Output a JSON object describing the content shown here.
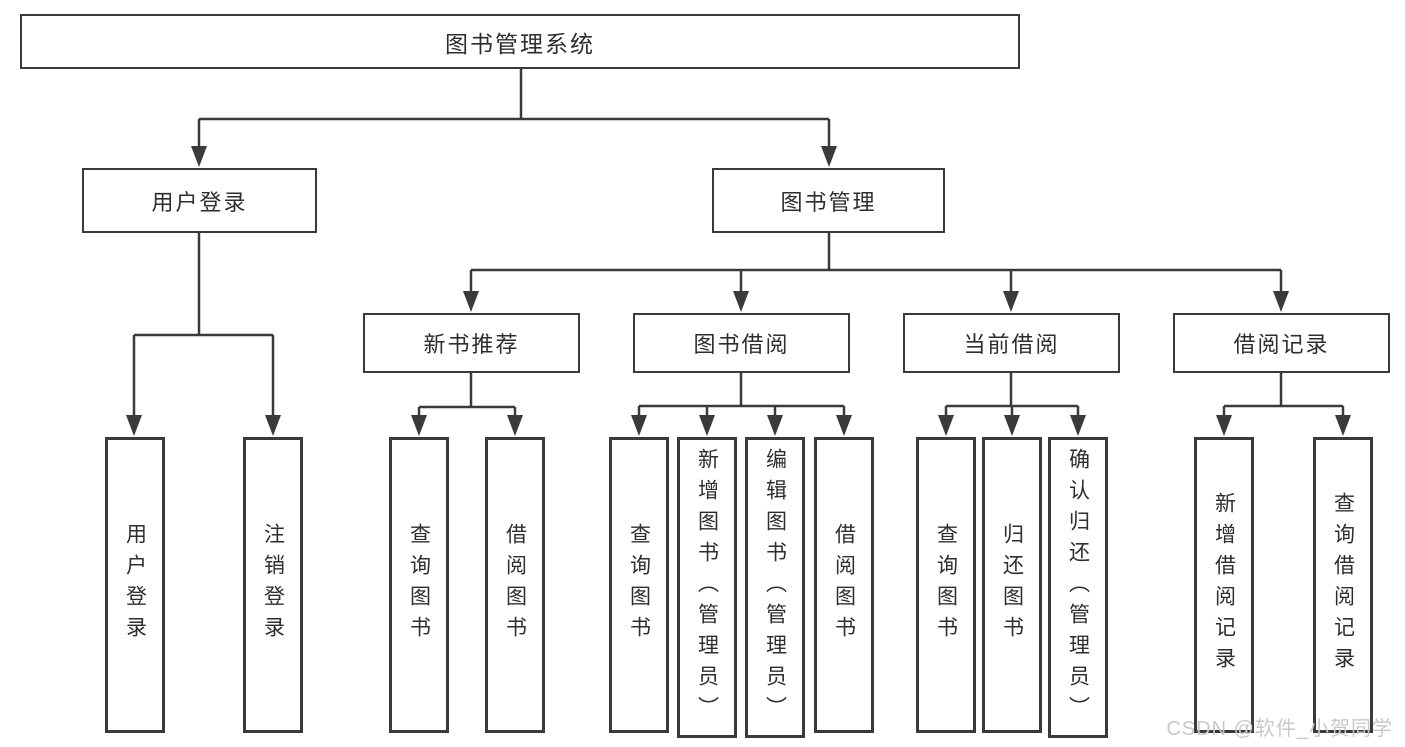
{
  "diagram": {
    "root": {
      "label": "图书管理系统"
    },
    "branches": [
      {
        "label": "用户登录",
        "children": [
          {
            "label": "用户登录"
          },
          {
            "label": "注销登录"
          }
        ]
      },
      {
        "label": "图书管理",
        "children": [
          {
            "label": "新书推荐",
            "children": [
              {
                "label": "查询图书"
              },
              {
                "label": "借阅图书"
              }
            ]
          },
          {
            "label": "图书借阅",
            "children": [
              {
                "label": "查询图书"
              },
              {
                "label": "新增图书（管理员）"
              },
              {
                "label": "编辑图书（管理员）"
              },
              {
                "label": "借阅图书"
              }
            ]
          },
          {
            "label": "当前借阅",
            "children": [
              {
                "label": "查询图书"
              },
              {
                "label": "归还图书"
              },
              {
                "label": "确认归还（管理员）"
              }
            ]
          },
          {
            "label": "借阅记录",
            "children": [
              {
                "label": "新增借阅记录"
              },
              {
                "label": "查询借阅记录"
              }
            ]
          }
        ]
      }
    ],
    "watermark": "CSDN @软件_小贺同学",
    "colors": {
      "line": "#3a3a3a",
      "text": "#2e2e2e",
      "watermark": "#c8c8c8",
      "background": "#ffffff"
    }
  }
}
